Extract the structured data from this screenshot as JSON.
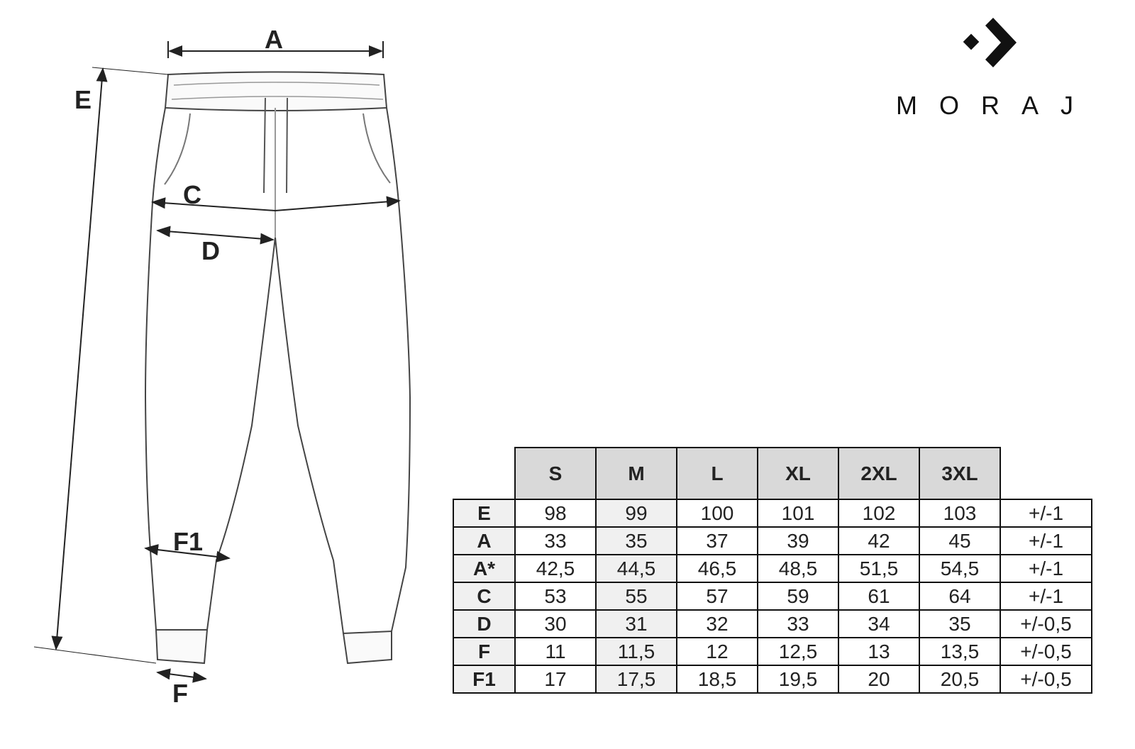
{
  "brand": {
    "name": "MORAJ",
    "logo_icon": "arrow-diamond-logo"
  },
  "diagram": {
    "labels": {
      "A": "A",
      "E": "E",
      "C": "C",
      "D": "D",
      "F1": "F1",
      "F": "F"
    }
  },
  "size_table": {
    "sizes": [
      "S",
      "M",
      "L",
      "XL",
      "2XL",
      "3XL"
    ],
    "rows": [
      {
        "label": "E",
        "values": [
          "98",
          "99",
          "100",
          "101",
          "102",
          "103"
        ],
        "tolerance": "+/-1"
      },
      {
        "label": "A",
        "values": [
          "33",
          "35",
          "37",
          "39",
          "42",
          "45"
        ],
        "tolerance": "+/-1"
      },
      {
        "label": "A*",
        "values": [
          "42,5",
          "44,5",
          "46,5",
          "48,5",
          "51,5",
          "54,5"
        ],
        "tolerance": "+/-1"
      },
      {
        "label": "C",
        "values": [
          "53",
          "55",
          "57",
          "59",
          "61",
          "64"
        ],
        "tolerance": "+/-1"
      },
      {
        "label": "D",
        "values": [
          "30",
          "31",
          "32",
          "33",
          "34",
          "35"
        ],
        "tolerance": "+/-0,5"
      },
      {
        "label": "F",
        "values": [
          "11",
          "11,5",
          "12",
          "12,5",
          "13",
          "13,5"
        ],
        "tolerance": "+/-0,5"
      },
      {
        "label": "F1",
        "values": [
          "17",
          "17,5",
          "18,5",
          "19,5",
          "20",
          "20,5"
        ],
        "tolerance": "+/-0,5"
      }
    ],
    "colors": {
      "header": "#d9d9d9",
      "shade": "#f0f0f0"
    }
  }
}
